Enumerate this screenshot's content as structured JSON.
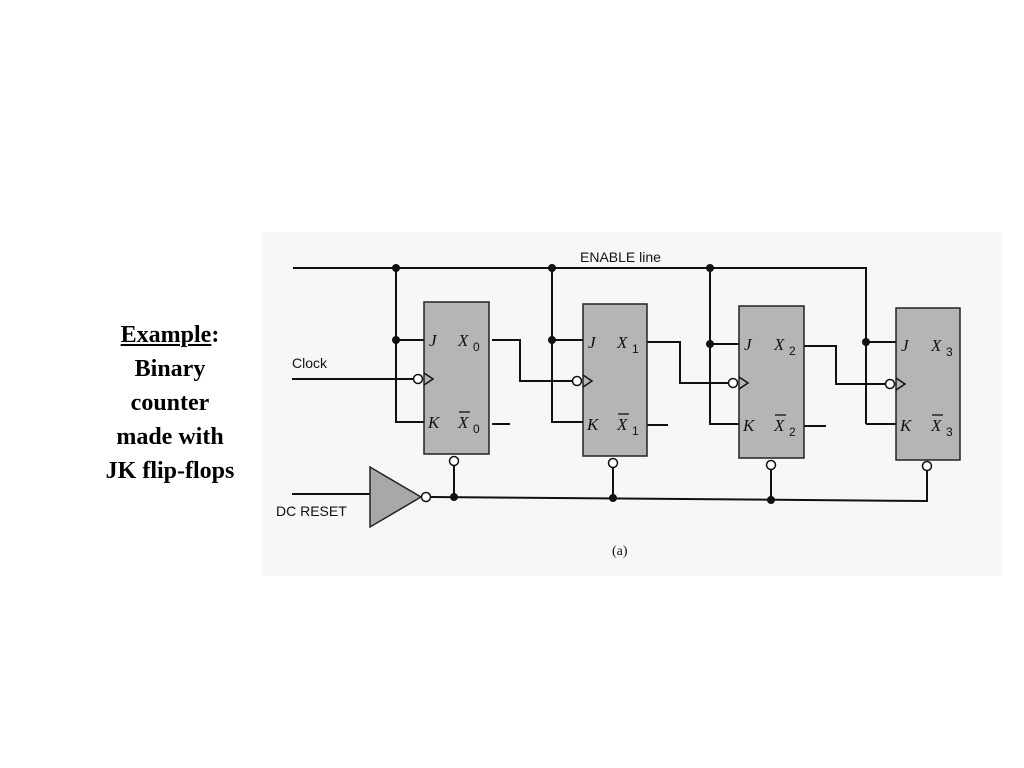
{
  "caption": {
    "title": "Example",
    "colon": ":",
    "lines": [
      "Binary",
      "counter",
      "made with",
      "JK flip-flops"
    ]
  },
  "diagram": {
    "enable_label": "ENABLE line",
    "clock_label": "Clock",
    "reset_label": "DC RESET",
    "figure_label": "(a)",
    "flip_flops": [
      {
        "j": "J",
        "k": "K",
        "q": "X",
        "qbar": "X",
        "index": "0"
      },
      {
        "j": "J",
        "k": "K",
        "q": "X",
        "qbar": "X",
        "index": "1"
      },
      {
        "j": "J",
        "k": "K",
        "q": "X",
        "qbar": "X",
        "index": "2"
      },
      {
        "j": "J",
        "k": "K",
        "q": "X",
        "qbar": "X",
        "index": "3"
      }
    ]
  },
  "colors": {
    "flip_flop_fill": "#b5b5b5",
    "buffer_fill": "#a8a8a8",
    "wire": "#111111",
    "background": "#ffffff"
  }
}
